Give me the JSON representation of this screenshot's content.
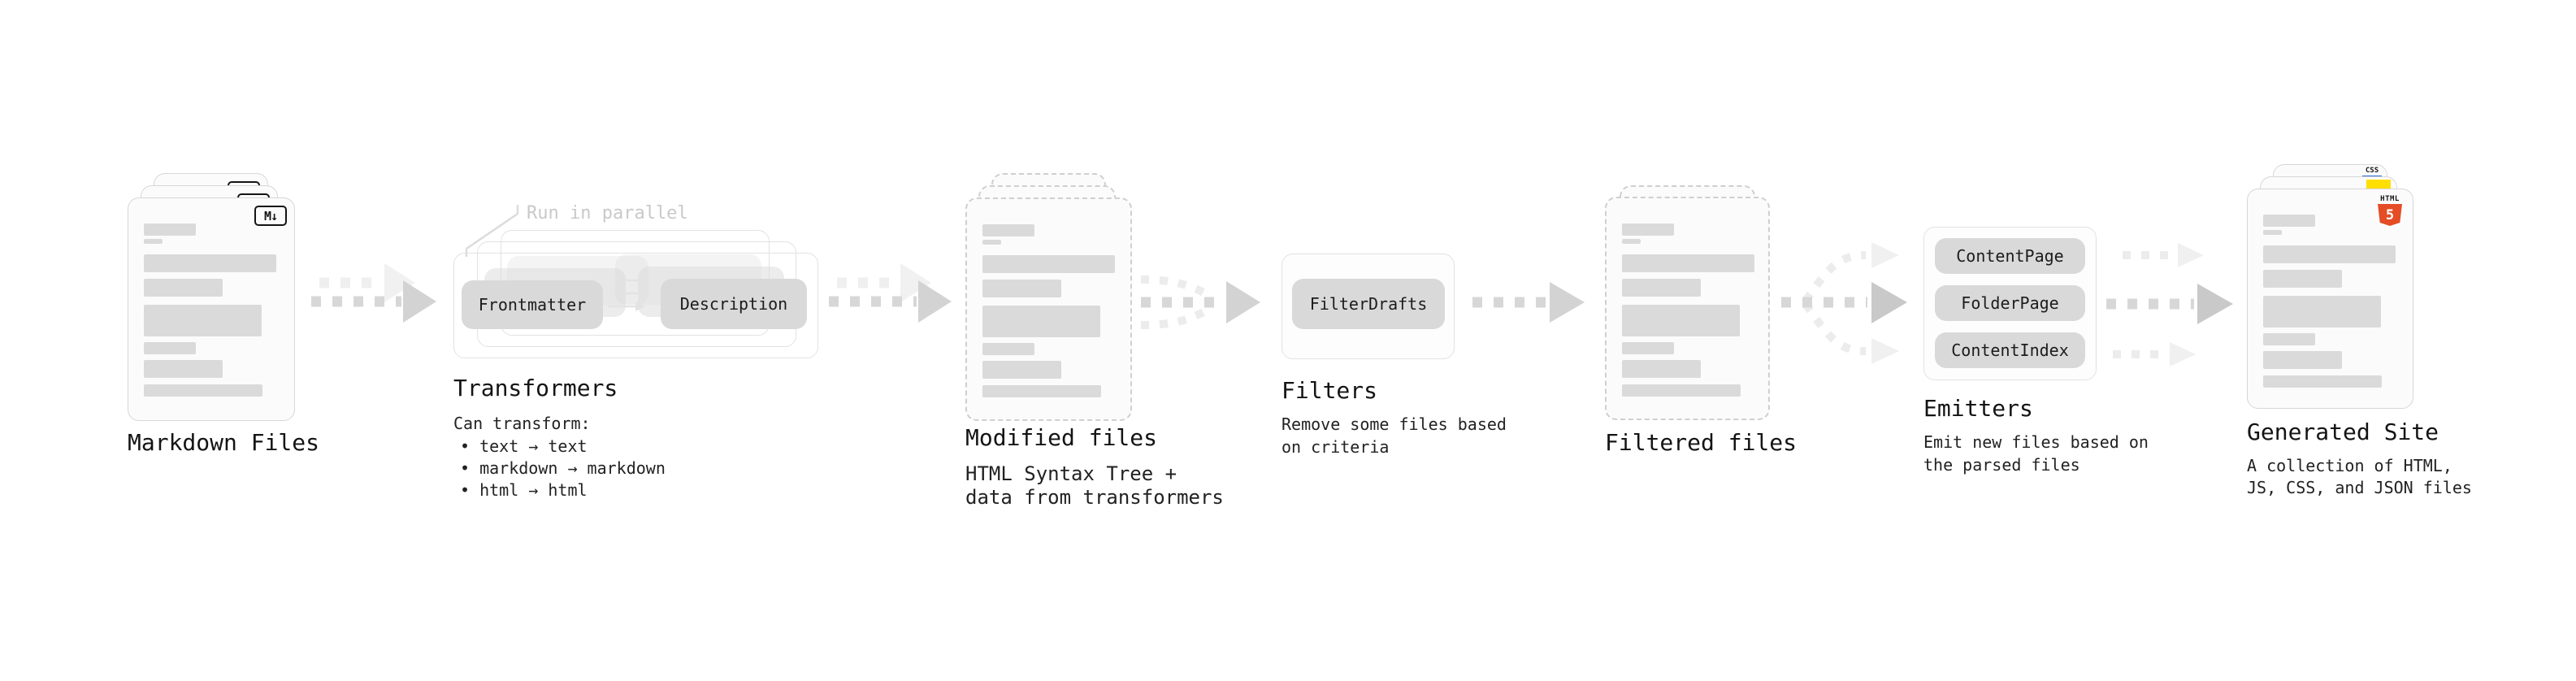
{
  "stages": {
    "markdown_files": {
      "label": "Markdown Files",
      "badge": "M↓"
    },
    "transformers": {
      "label": "Transformers",
      "annotation": "Run in parallel",
      "pills": [
        "Frontmatter",
        "Description"
      ],
      "description_title": "Can transform:",
      "bullets": [
        "• text → text",
        "• markdown → markdown",
        "• html → html"
      ]
    },
    "modified_files": {
      "label": "Modified files",
      "description_lines": [
        "HTML Syntax Tree +",
        "data from transformers"
      ]
    },
    "filters": {
      "label": "Filters",
      "pills": [
        "FilterDrafts"
      ],
      "description_lines": [
        "Remove some files based",
        "on criteria"
      ]
    },
    "filtered_files": {
      "label": "Filtered files"
    },
    "emitters": {
      "label": "Emitters",
      "pills": [
        "ContentPage",
        "FolderPage",
        "ContentIndex"
      ],
      "description_lines": [
        "Emit new files based on",
        "the parsed files"
      ]
    },
    "generated_site": {
      "label": "Generated Site",
      "description_lines": [
        "A collection of HTML,",
        "JS, CSS, and JSON files"
      ],
      "file_badges": {
        "css": "CSS",
        "html": "HTML",
        "html5_numeral": "5"
      }
    }
  },
  "colors": {
    "html5_orange": "#e44d26",
    "js_yellow": "#ffdf00",
    "css_blue": "#2f6fe0",
    "placeholder_bar_gray": "#dadada",
    "arrow_gray": "#d7d7d7",
    "annotation_gray": "#c9c9c9"
  }
}
